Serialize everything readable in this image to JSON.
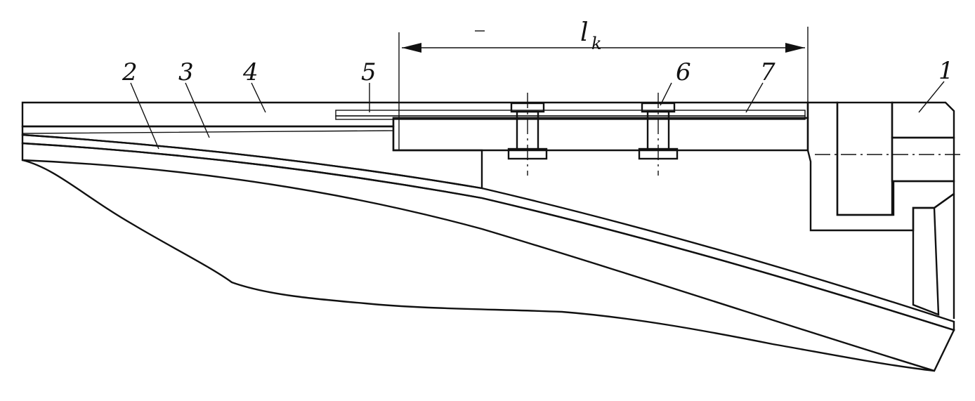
{
  "dimension": {
    "symbol": "l",
    "subscript": "k"
  },
  "part_labels": [
    "2",
    "3",
    "4",
    "5",
    "6",
    "7",
    "1"
  ]
}
